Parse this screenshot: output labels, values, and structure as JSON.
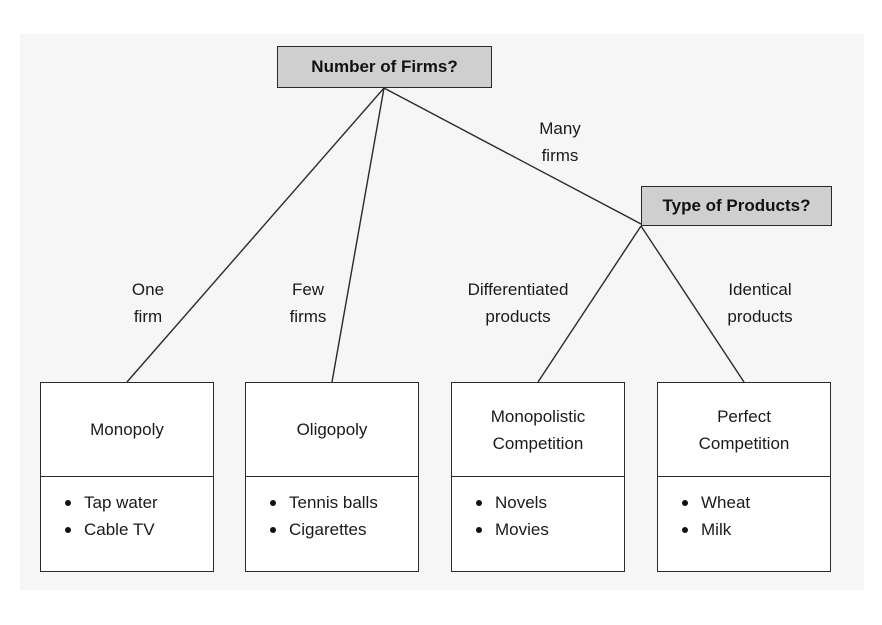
{
  "questions": {
    "number_of_firms": "Number of Firms?",
    "type_of_products": "Type of Products?"
  },
  "branches": {
    "one_firm": "One\nfirm",
    "few_firms": "Few\nfirms",
    "many_firms": "Many\nfirms",
    "differentiated": "Differentiated\nproducts",
    "identical": "Identical\nproducts"
  },
  "structures": [
    {
      "title": "Monopoly",
      "examples": [
        "Tap water",
        "Cable TV"
      ]
    },
    {
      "title": "Oligopoly",
      "examples": [
        "Tennis balls",
        "Cigarettes"
      ]
    },
    {
      "title": "Monopolistic\nCompetition",
      "examples": [
        "Novels",
        "Movies"
      ]
    },
    {
      "title": "Perfect\nCompetition",
      "examples": [
        "Wheat",
        "Milk"
      ]
    }
  ],
  "colors": {
    "question_box_fill": "#cfcfcf",
    "panel_background": "#f6f6f6",
    "line": "#2a2a2a"
  }
}
